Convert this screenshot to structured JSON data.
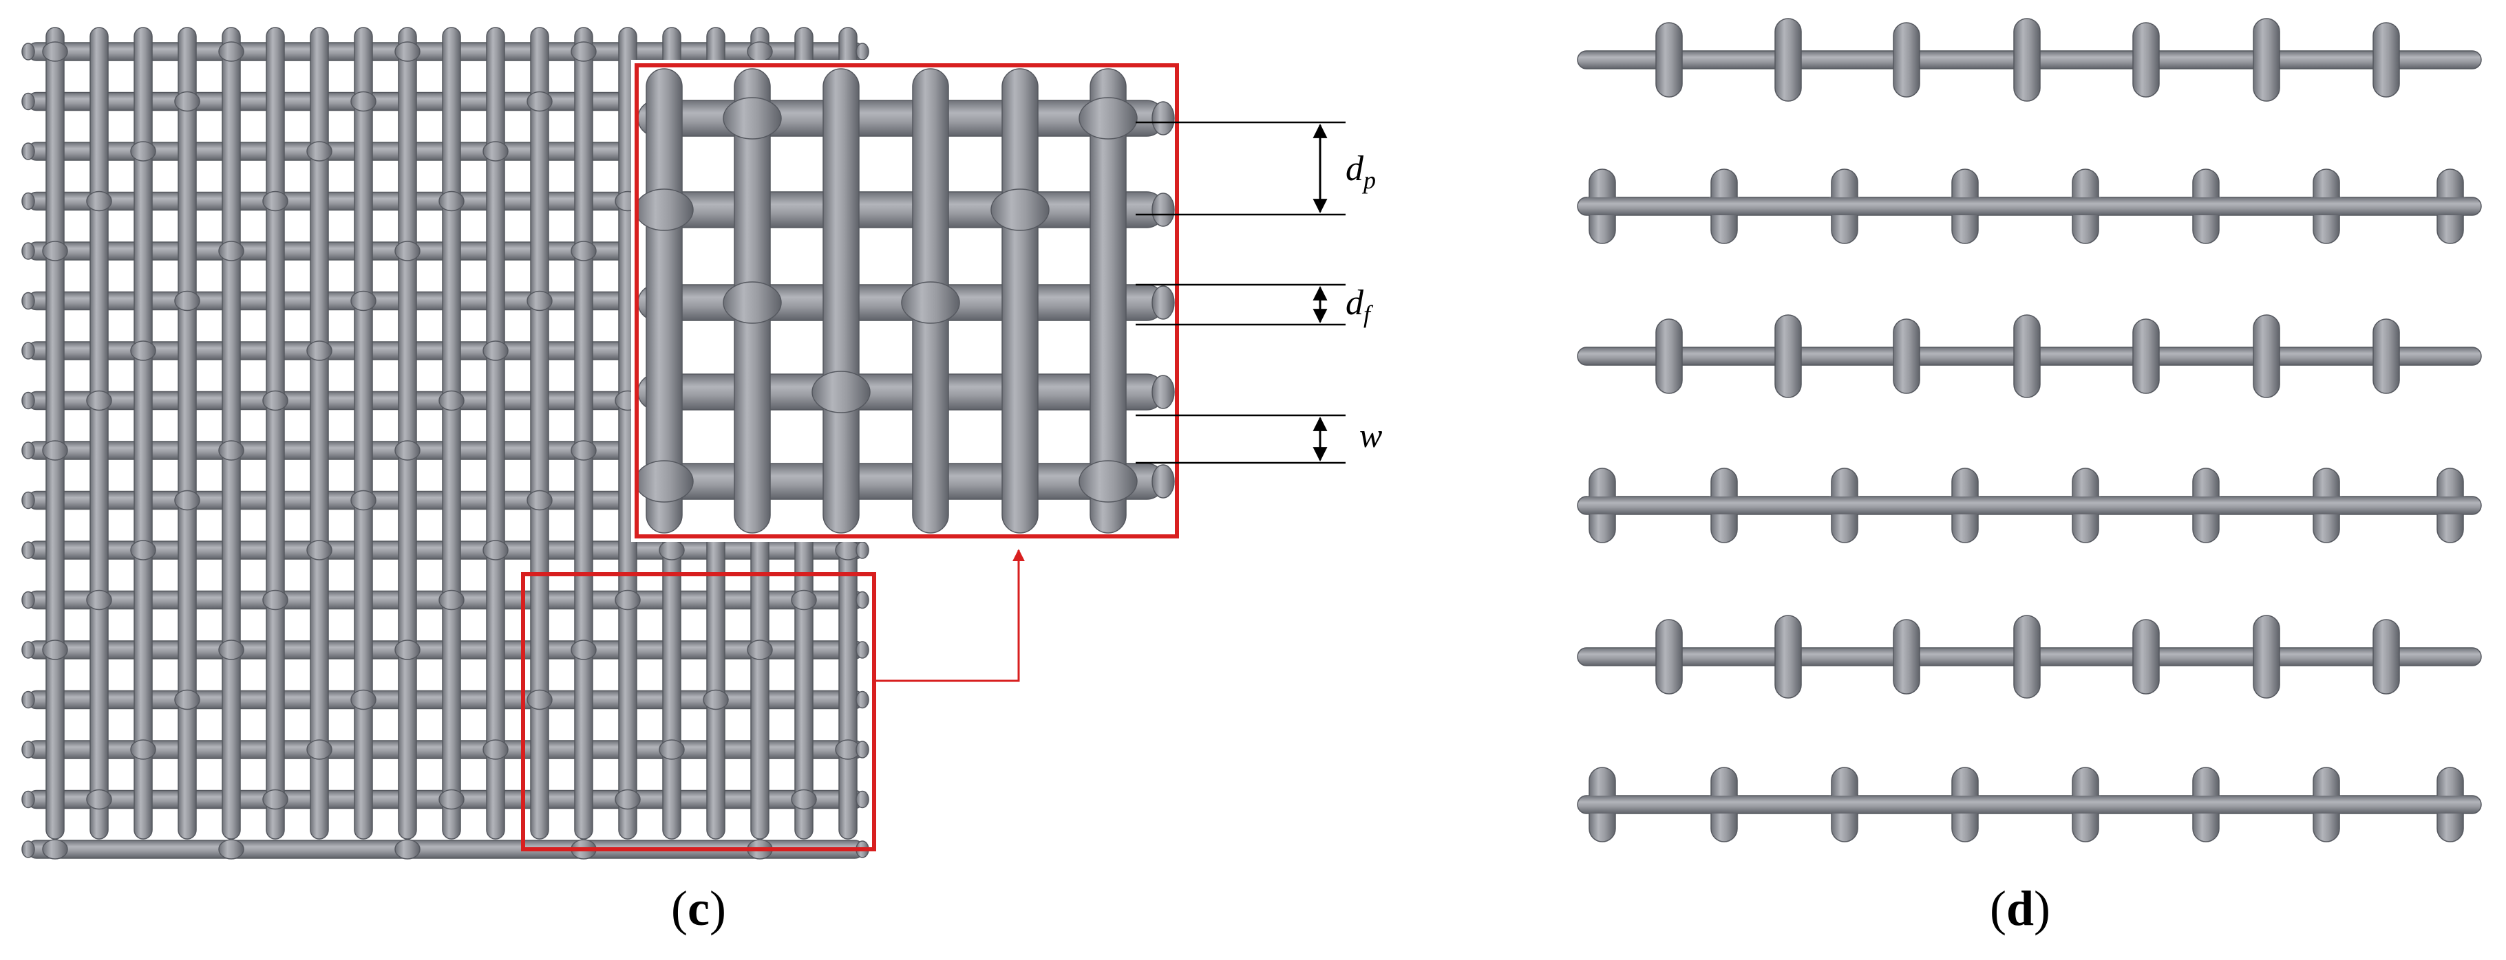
{
  "panels": [
    {
      "id": "c",
      "caption": {
        "open": "(",
        "letter": "c",
        "close": ")"
      }
    },
    {
      "id": "d",
      "caption": {
        "open": "(",
        "letter": "d",
        "close": ")"
      }
    }
  ],
  "dimensions": {
    "dp": {
      "symbol": "d",
      "subscript": "p"
    },
    "df": {
      "symbol": "d",
      "subscript": "f"
    },
    "w": {
      "symbol": "w"
    }
  },
  "colors": {
    "wire": "#9a9ca2",
    "wire_shade": "#777a82",
    "wire_edge": "#55585f",
    "highlight": "#d81f1f",
    "dimension_line": "#000000",
    "background": "#ffffff"
  }
}
